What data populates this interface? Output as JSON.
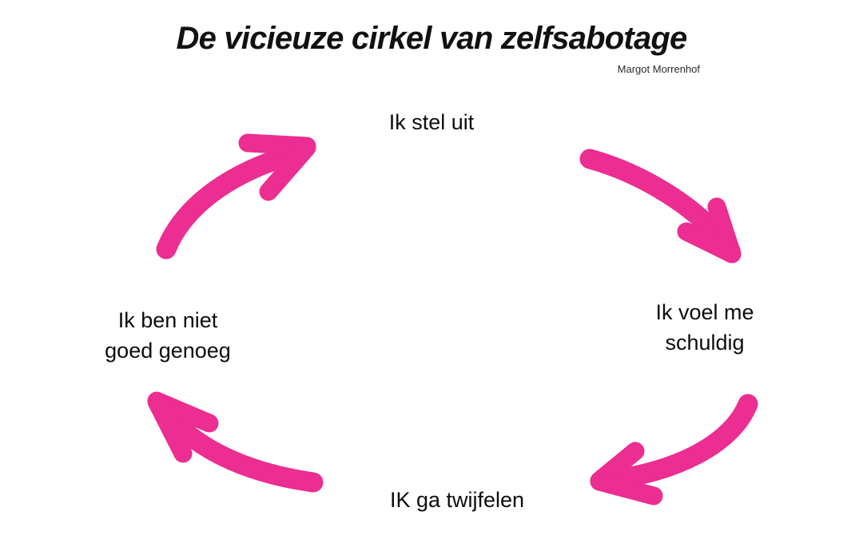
{
  "header": {
    "title": "De vicieuze cirkel van zelfsabotage",
    "author": "Margot Morrenhof"
  },
  "colors": {
    "accent_pink": "#EC2D92",
    "text_black": "#0D0D0D",
    "background": "#FFFFFF"
  },
  "diagram": {
    "type": "cycle",
    "direction": "clockwise",
    "nodes": [
      {
        "id": "top",
        "label": "Ik stel uit",
        "position": "top-center"
      },
      {
        "id": "right",
        "label": "Ik voel me\nschuldig",
        "position": "right"
      },
      {
        "id": "bottom",
        "label": "IK ga twijfelen",
        "position": "bottom-center"
      },
      {
        "id": "left",
        "label": "Ik ben niet\ngoed genoeg",
        "position": "left"
      }
    ],
    "arrows": [
      {
        "id": "arrow-top-to-right",
        "from": "top",
        "to": "right",
        "direction": "down-right"
      },
      {
        "id": "arrow-right-to-bottom",
        "from": "right",
        "to": "bottom",
        "direction": "down-left"
      },
      {
        "id": "arrow-bottom-to-left",
        "from": "bottom",
        "to": "left",
        "direction": "up-left"
      },
      {
        "id": "arrow-left-to-top",
        "from": "left",
        "to": "top",
        "direction": "up-right"
      }
    ]
  }
}
